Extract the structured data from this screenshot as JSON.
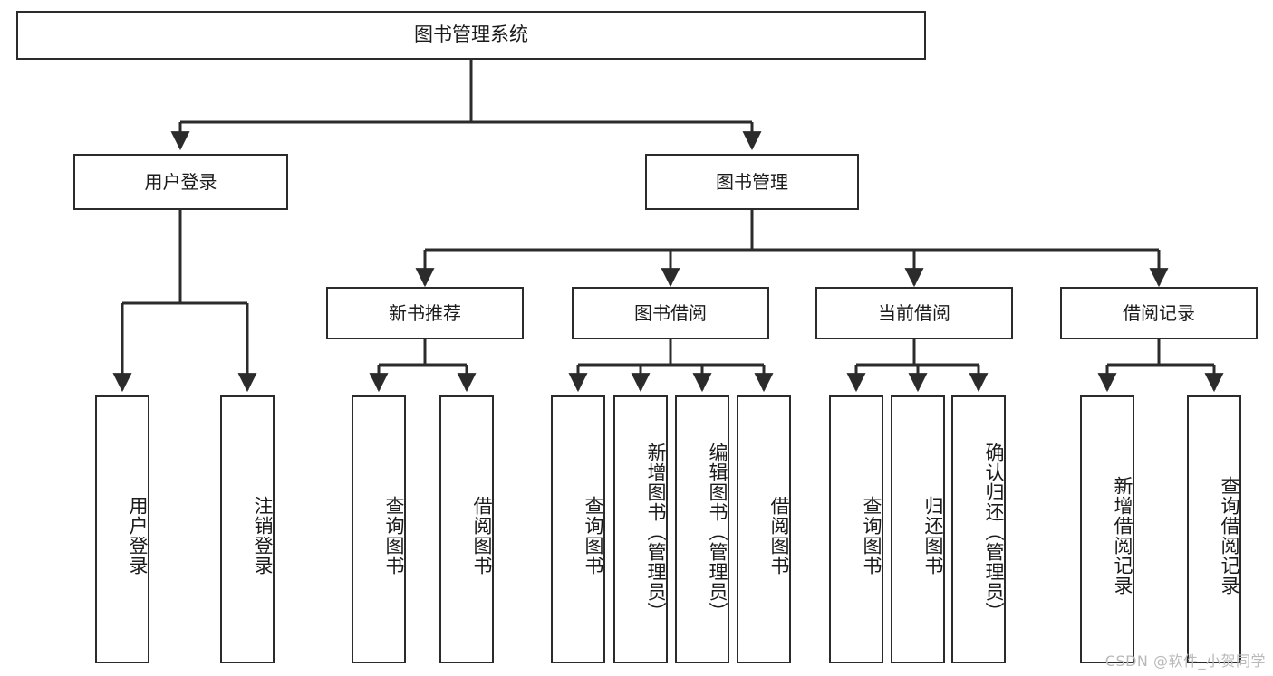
{
  "diagram": {
    "title": "图书管理系统",
    "type": "tree-hierarchy-chart",
    "root": {
      "label": "图书管理系统"
    },
    "level2": [
      {
        "label": "用户登录"
      },
      {
        "label": "图书管理"
      }
    ],
    "level3": [
      {
        "label": "新书推荐"
      },
      {
        "label": "图书借阅"
      },
      {
        "label": "当前借阅"
      },
      {
        "label": "借阅记录"
      }
    ],
    "leaves": {
      "user_login": [
        {
          "label": "用户登录"
        },
        {
          "label": "注销登录"
        }
      ],
      "new_book_recommend": [
        {
          "label": "查询图书"
        },
        {
          "label": "借阅图书"
        }
      ],
      "book_borrow": [
        {
          "label": "查询图书"
        },
        {
          "label": "新增图书（管理员）"
        },
        {
          "label": "编辑图书（管理员）"
        },
        {
          "label": "借阅图书"
        }
      ],
      "current_borrow": [
        {
          "label": "查询图书"
        },
        {
          "label": "归还图书"
        },
        {
          "label": "确认归还（管理员）"
        }
      ],
      "borrow_record": [
        {
          "label": "新增借阅记录"
        },
        {
          "label": "查询借阅记录"
        }
      ]
    },
    "watermark": "CSDN @软件_小贺同学",
    "colors": {
      "stroke": "#2b2b2b",
      "fill": "#ffffff",
      "text": "#1b1b1b",
      "watermark": "#b9b9b9"
    }
  }
}
